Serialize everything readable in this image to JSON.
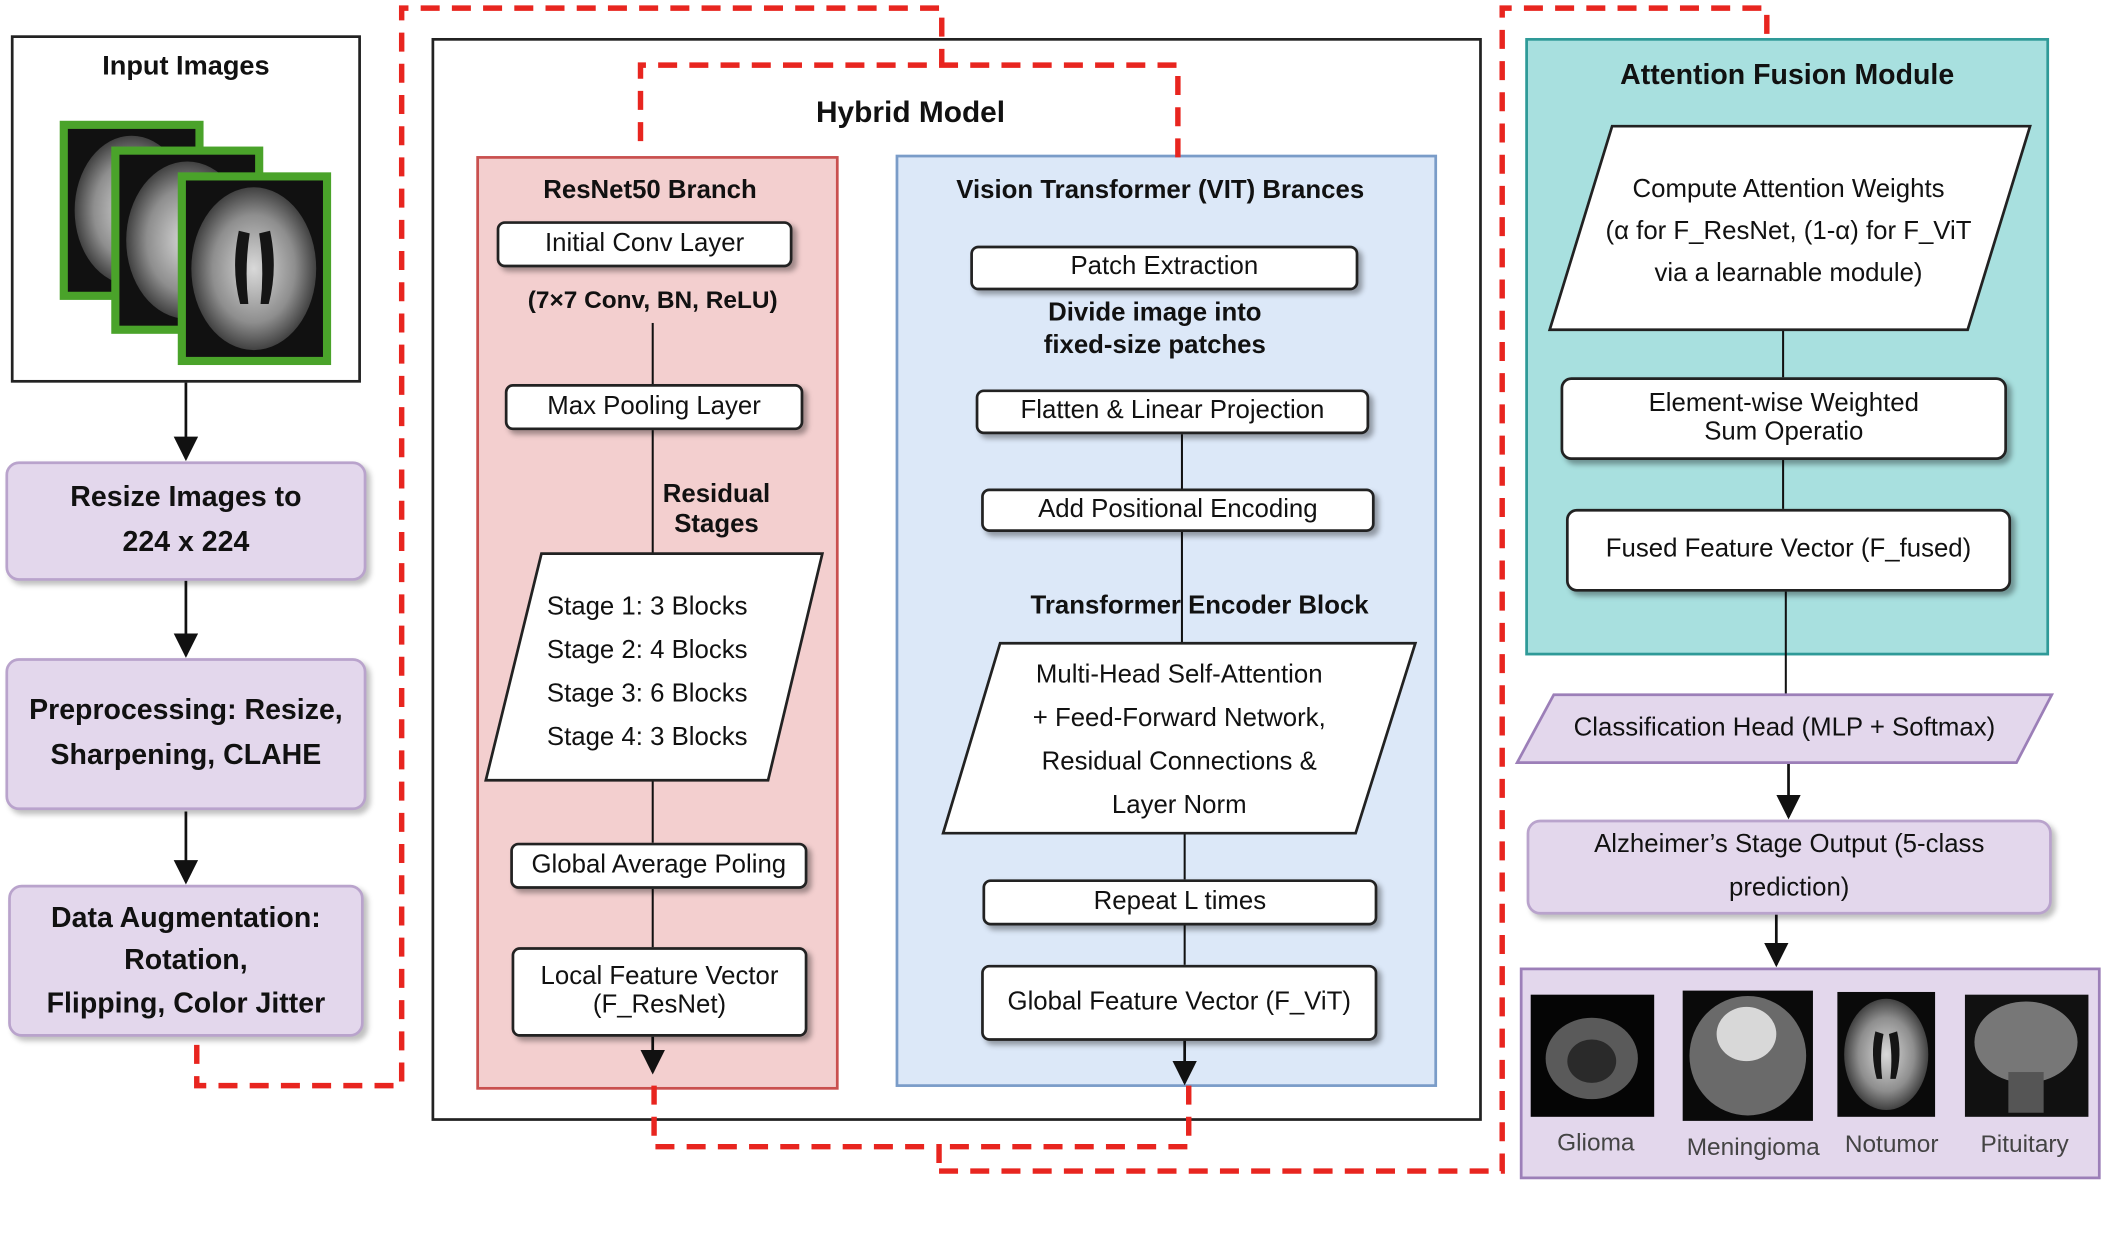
{
  "input": {
    "title": "Input Images"
  },
  "preprocessing": {
    "resize": [
      "Resize Images to",
      "224 x 224"
    ],
    "preprocess": [
      "Preprocessing: Resize,",
      "Sharpening, CLAHE"
    ],
    "augmentation": [
      "Data Augmentation:",
      "Rotation,",
      "Flipping, Color Jitter"
    ]
  },
  "hybrid": {
    "title": "Hybrid Model"
  },
  "resnet": {
    "title": "ResNet50 Branch",
    "initial_conv": "Initial Conv Layer",
    "conv_detail": "(7×7 Conv, BN, ReLU)",
    "max_pool": "Max Pooling Layer",
    "residual_label": [
      "Residual",
      "Stages"
    ],
    "stages": [
      "Stage 1: 3 Blocks",
      "Stage 2: 4 Blocks",
      "Stage 3: 6 Blocks",
      "Stage 4: 3 Blocks"
    ],
    "gap": "Global Average Poling",
    "local_vector": [
      "Local Feature Vector",
      "(F_ResNet)"
    ]
  },
  "vit": {
    "title": "Vision Transformer (VIT) Brances",
    "patch": "Patch Extraction",
    "patch_detail": [
      "Divide image into",
      "fixed-size patches"
    ],
    "flatten": "Flatten & Linear Projection",
    "positional": "Add Positional Encoding",
    "encoder_label": "Transformer Encoder Block",
    "encoder_lines": [
      "Multi-Head Self-Attention",
      "+ Feed-Forward Network,",
      "Residual Connections &",
      "Layer Norm"
    ],
    "repeat": "Repeat L times",
    "global_vector": "Global Feature Vector (F_ViT)"
  },
  "fusion": {
    "title": "Attention Fusion Module",
    "compute": [
      "Compute Attention Weights",
      "(α for F_ResNet, (1-α) for F_ViT",
      "via a learnable module)"
    ],
    "weighted_sum": [
      "Element-wise Weighted",
      "Sum Operatio"
    ],
    "fused_vector": "Fused Feature Vector (F_fused)"
  },
  "classification": {
    "head": "Classification Head (MLP + Softmax)"
  },
  "output": {
    "stage_output": [
      "Alzheimer’s Stage Output (5-class",
      "prediction)"
    ],
    "classes": [
      "Glioma",
      "Meningioma",
      "Notumor",
      "Pituitary"
    ]
  },
  "colors": {
    "resnet_fill": "#f3cfcf",
    "resnet_border": "#c9504f",
    "vit_fill": "#dce8f8",
    "vit_border": "#7a9cc8",
    "fusion_fill": "#a8e0df",
    "fusion_border": "#2f9a98",
    "purple_fill": "#e3d7ec",
    "dashed_red": "#e8251f"
  }
}
